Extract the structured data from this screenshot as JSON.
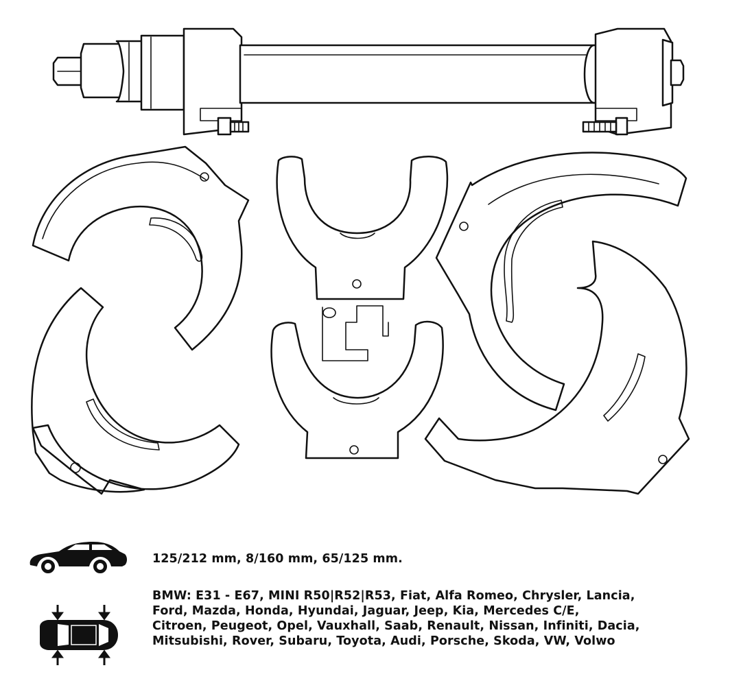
{
  "spec_line": "125/212 mm, 8/160 mm, 65/125 mm.",
  "compatibility_lines": [
    "BMW: E31 - E67, MINI R50|R52|R53, Fiat, Alfa Romeo, Chrysler, Lancia,",
    "Ford, Mazda, Honda, Hyundai, Jaguar, Jeep, Kia, Mercedes C/E,",
    "Citroen, Peugeot, Opel, Vauxhall, Saab, Renault, Nissan, Infiniti, Dacia,",
    "Mitsubishi, Rover, Subaru, Toyota, Audi, Porsche, Skoda, VW, Volwo"
  ],
  "icons": {
    "car_side": "car-side-icon",
    "car_top": "car-top-view-icon"
  },
  "colors": {
    "ink": "#111111",
    "background": "#ffffff"
  }
}
